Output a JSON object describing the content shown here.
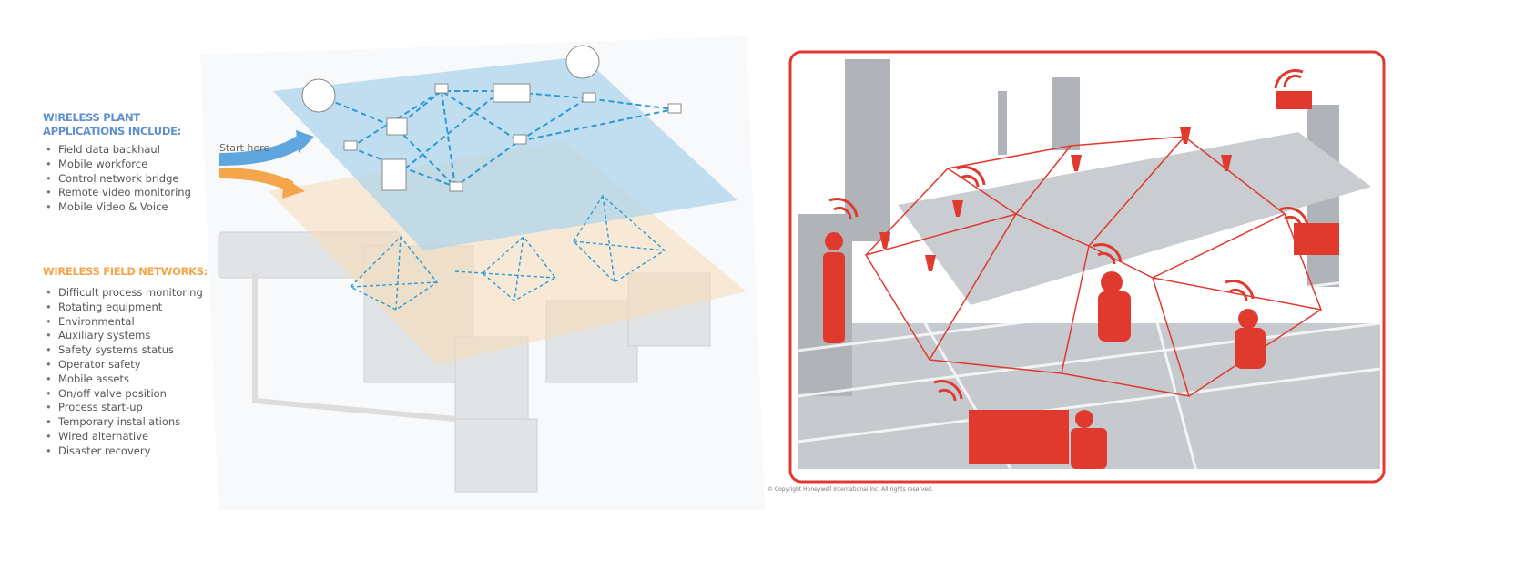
{
  "left_panel": {
    "plant_heading_line1": "WIRELESS PLANT",
    "plant_heading_line2": "APPLICATIONS INCLUDE:",
    "plant_items": [
      "Field data backhaul",
      "Mobile workforce",
      "Control network bridge",
      "Remote video monitoring",
      "Mobile Video & Voice"
    ],
    "field_heading": "WIRELESS FIELD NETWORKS:",
    "field_items": [
      "Difficult process monitoring",
      "Rotating equipment",
      "Environmental",
      "Auxiliary systems",
      "Safety systems status",
      "Operator safety",
      "Mobile assets",
      "On/off valve position",
      "Process start-up",
      "Temporary installations",
      "Wired alternative",
      "Disaster recovery"
    ],
    "start_label": "Start here"
  },
  "right_panel": {
    "copyright": "© Copyright Honeywell International Inc. All rights reserved."
  },
  "colors": {
    "blue": "#5f8fcc",
    "orange": "#f5a54a",
    "red": "#e03a2f",
    "gray": "#a9adb3"
  }
}
